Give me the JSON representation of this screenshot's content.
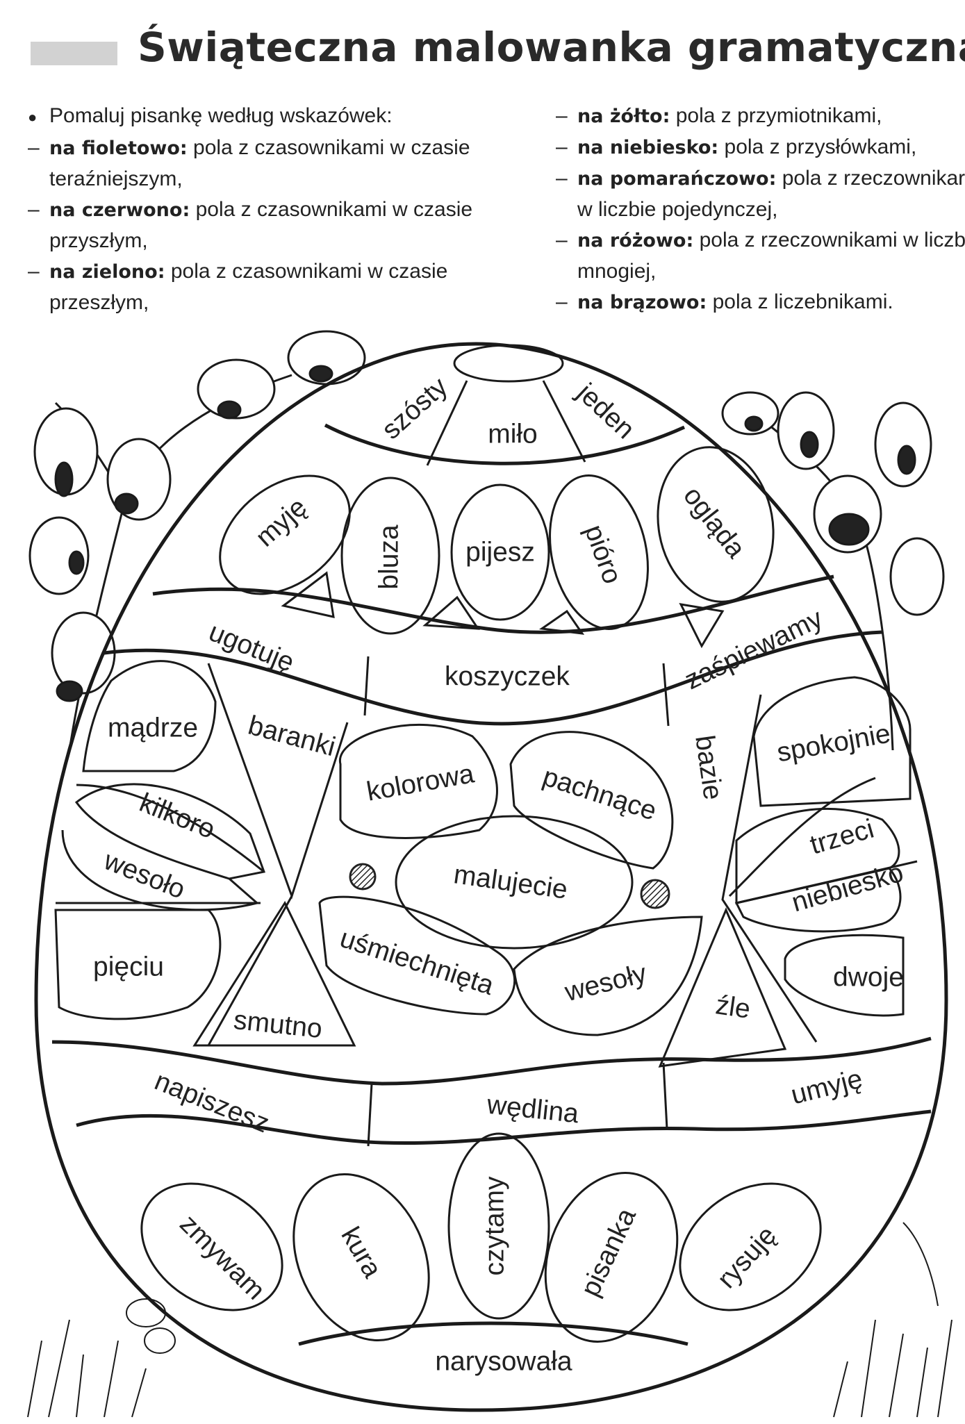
{
  "title": "Świąteczna malowanka gramatyczna",
  "instructions": {
    "intro": "Pomaluj pisankę według wskazówek:",
    "left": [
      {
        "kw": "na fioletowo:",
        "text": " pola z czasownikami w czasie",
        "cont": "teraźniejszym,"
      },
      {
        "kw": "na czerwono:",
        "text": " pola z czasownikami w czasie",
        "cont": "przyszłym,"
      },
      {
        "kw": "na zielono:",
        "text": " pola z czasownikami w czasie",
        "cont": "przeszłym,"
      }
    ],
    "right": [
      {
        "kw": "na żółto:",
        "text": " pola z przymiotnikami,",
        "cont": ""
      },
      {
        "kw": "na niebiesko:",
        "text": " pola z przysłówkami,",
        "cont": ""
      },
      {
        "kw": "na pomarańczowo:",
        "text": " pola z rzeczownikar",
        "cont": "w liczbie pojedynczej,"
      },
      {
        "kw": "na różowo:",
        "text": " pola z rzeczownikami w liczb",
        "cont": "mnogiej,"
      },
      {
        "kw": "na brązowo:",
        "text": " pola z liczebnikami.",
        "cont": ""
      }
    ]
  },
  "egg_words": {
    "szosty": "szósty",
    "milo": "miło",
    "jeden": "jeden",
    "myje": "myję",
    "bluza": "bluza",
    "pijesz": "pijesz",
    "pioro": "pióro",
    "oglada": "ogląda",
    "ugotuje": "ugotuję",
    "koszyczek": "koszyczek",
    "zaspiewamy": "zaśpiewamy",
    "madrze": "mądrze",
    "baranki": "baranki",
    "bazie": "bazie",
    "spokojnie": "spokojnie",
    "kolorowa": "kolorowa",
    "pachnace": "pachnące",
    "kilkoro": "kilkoro",
    "wesolo": "wesoło",
    "trzeci": "trzeci",
    "niebiesko": "niebiesko",
    "malujecie": "malujecie",
    "usmiechnieta": "uśmiechnięta",
    "wesoly": "wesoły",
    "pieciu": "pięciu",
    "smutno": "smutno",
    "zle": "źle",
    "dwoje": "dwoje",
    "napiszesz": "napiszesz",
    "wedlina": "wędlina",
    "umyje": "umyję",
    "zmywam": "zmywam",
    "kura": "kura",
    "czytamy": "czytamy",
    "pisanka": "pisanka",
    "rysuje": "rysuję",
    "narysowala": "narysowała"
  }
}
